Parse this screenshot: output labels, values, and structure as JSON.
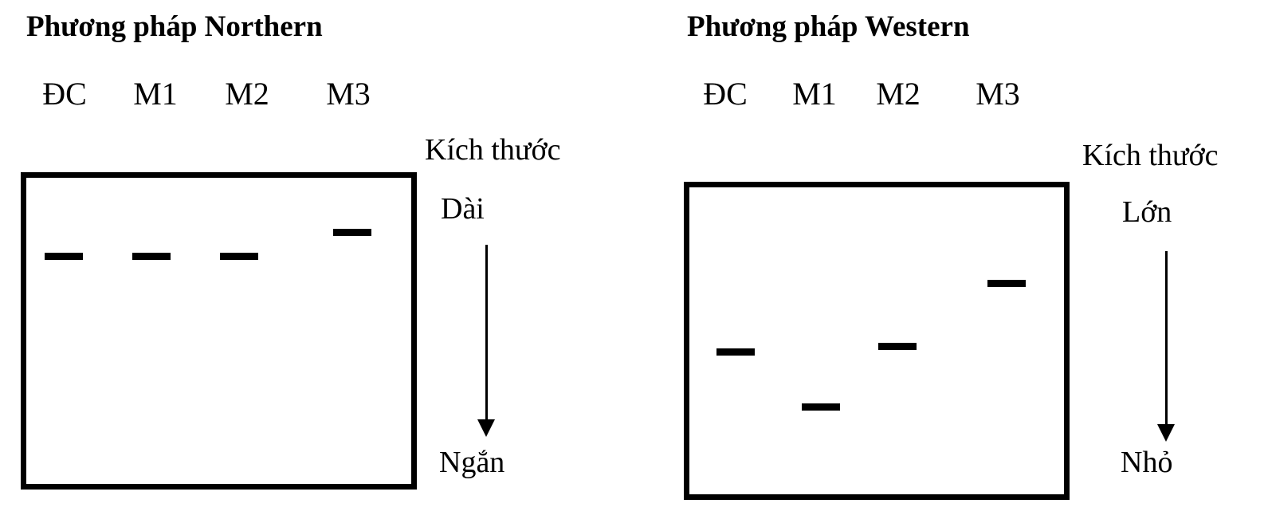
{
  "northern": {
    "title": "Phương pháp Northern",
    "lanes": [
      "ĐC",
      "M1",
      "M2",
      "M3"
    ],
    "scale_label": "Kích thước",
    "top_label": "Dài",
    "bottom_label": "Ngắn"
  },
  "western": {
    "title": "Phương pháp Western",
    "lanes": [
      "ĐC",
      "M1",
      "M2",
      "M3"
    ],
    "scale_label": "Kích thước",
    "top_label": "Lớn",
    "bottom_label": "Nhỏ"
  }
}
